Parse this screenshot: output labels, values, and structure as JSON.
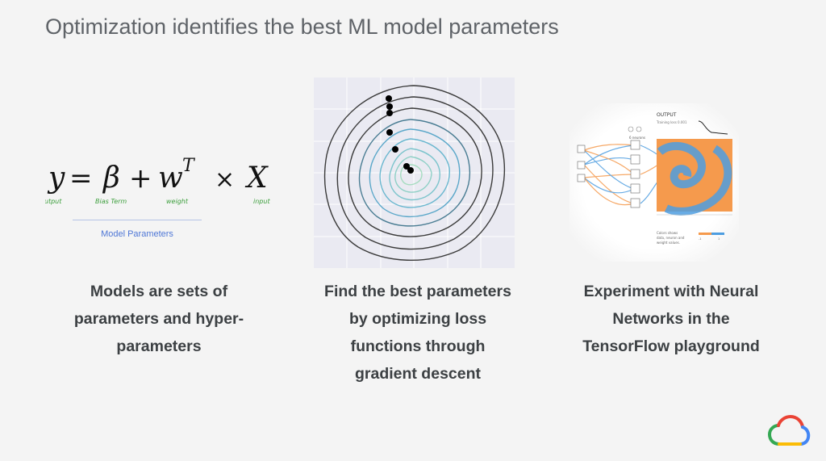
{
  "slide": {
    "title": "Optimization identifies the best ML model parameters"
  },
  "equation": {
    "lhs": "y",
    "beta": "β",
    "weight_var": "w",
    "superscript": "T",
    "input_var": "X",
    "annotations": {
      "output": "output",
      "bias": "Bias Term",
      "weight": "weight",
      "input": "input"
    },
    "underline_label": "Model Parameters",
    "annotation_color": "#3b9e3b",
    "label_color": "#4f77d6"
  },
  "columns": [
    {
      "caption_lines": [
        "Models are sets of",
        "parameters and hyper-",
        "parameters"
      ]
    },
    {
      "caption_lines": [
        "Find the best parameters",
        "by optimizing loss",
        "functions through",
        "gradient descent"
      ]
    },
    {
      "caption_lines": [
        "Experiment with Neural",
        "Networks in the",
        "TensorFlow playground"
      ]
    }
  ],
  "playground": {
    "output_label": "OUTPUT",
    "training_loss": "Training loss 0.001",
    "neurons_label": "6 neurons",
    "legend_text": [
      "Colors shows",
      "data, neuron and",
      "weight values."
    ],
    "legend_min": "-1",
    "legend_max": "1",
    "colors": {
      "orange": "#f59a4d",
      "blue": "#4d9de0"
    }
  },
  "contour_plot": {
    "colors": {
      "outer": "#3a3a3a",
      "inner": "#5aa7c9",
      "center": "#9fd9c2"
    }
  },
  "logo": {
    "name": "google-cloud-logo",
    "colors": [
      "#ea4335",
      "#fbbc05",
      "#34a853",
      "#4285f4"
    ]
  }
}
